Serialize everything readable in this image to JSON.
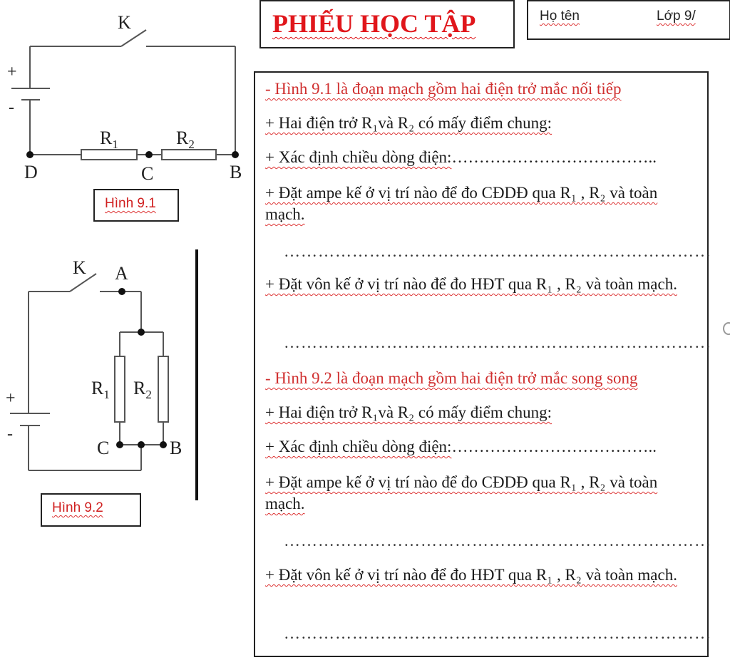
{
  "header": {
    "title": "PHIẾU HỌC TẬP",
    "name_label": "Họ tên",
    "class_label": "Lớp 9/"
  },
  "figures": {
    "fig1": {
      "caption": "Hình 9.1",
      "switch_label": "K",
      "plus": "+",
      "minus": "-",
      "r1": "R",
      "r1_sub": "1",
      "r2": "R",
      "r2_sub": "2",
      "node_d": "D",
      "node_c": "C",
      "node_b": "B"
    },
    "fig2": {
      "caption": "Hình 9.2",
      "switch_label": "K",
      "node_a": "A",
      "plus": "+",
      "minus": "-",
      "r1": "R",
      "r1_sub": "1",
      "r2": "R",
      "r2_sub": "2",
      "node_c": "C",
      "node_b": "B"
    }
  },
  "sheet": {
    "part1": {
      "heading": "- Hình 9.1 là đoạn mạch gồm hai điện trở mắc nối tiếp",
      "q1": "+ Hai điện trở R₁và R₂ có mấy điểm chung:",
      "q2_label": "+ Xác định chiều dòng điện:",
      "q2_dots": "………………………………..",
      "q3": "+ Đặt ampe kế ở vị trí nào để đo CĐDĐ qua R₁ , R₂ và toàn mạch.",
      "q3_dots": "…………………………………………………………………",
      "q4": "+ Đặt vôn  kế ở vị trí nào để đo HĐT qua R₁ , R₂ và toàn mạch.",
      "q4_dots": "…………………………………………………………………"
    },
    "part2": {
      "heading": "- Hình 9.2 là đoạn mạch gồm hai điện trở mắc song song",
      "q1": "+ Hai điện trở R₁và R₂ có mấy điểm chung:",
      "q2_label": "+ Xác định chiều dòng điện:",
      "q2_dots": "………………………………..",
      "q3": "+ Đặt ampe kế ở vị trí nào để đo CĐDĐ qua R₁ , R₂ và toàn mạch.",
      "q3_dots": "…………………………………………………………………",
      "q4": "+ Đặt vôn  kế ở vị trí nào để đo HĐT qua R₁ , R₂ và toàn mạch.",
      "q4_dots": "…………………………………………………………………"
    }
  }
}
